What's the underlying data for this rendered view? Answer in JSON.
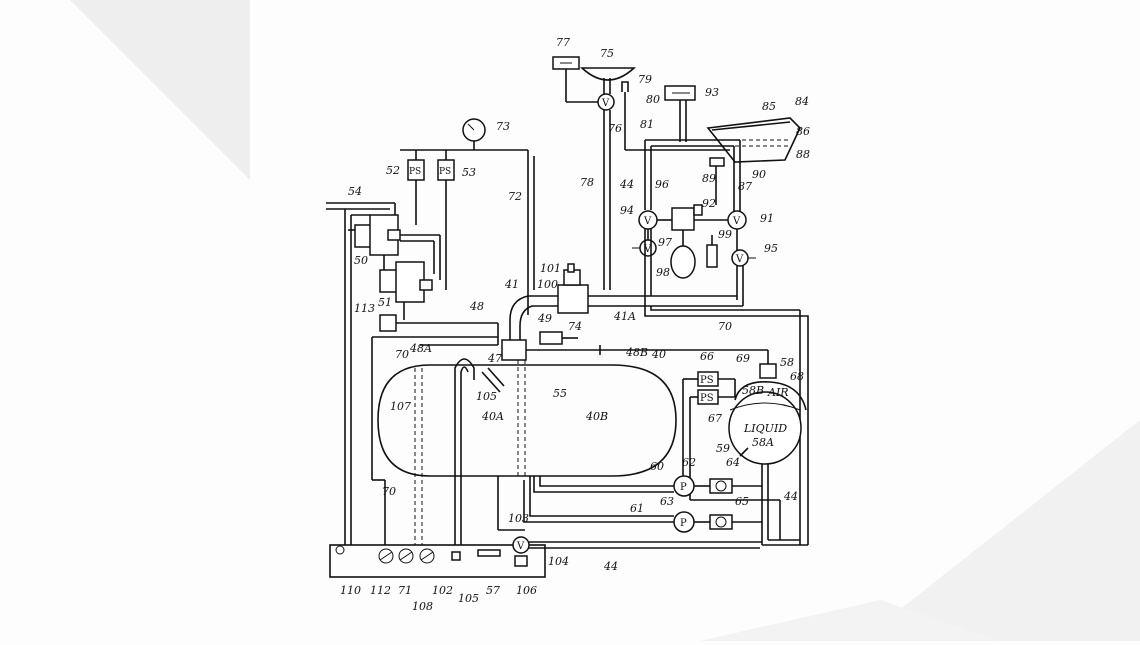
{
  "background_shade": "#ececec",
  "line_color": "#111111",
  "labels": {
    "l77": "77",
    "l75": "75",
    "l79": "79",
    "l80": "80",
    "l76": "76",
    "l81": "81",
    "l93": "93",
    "l84": "84",
    "l85": "85",
    "l86": "86",
    "l88": "88",
    "l90": "90",
    "l87": "87",
    "l89": "89",
    "l96": "96",
    "l44a": "44",
    "l78": "78",
    "l92": "92",
    "l94": "94",
    "l91": "91",
    "l97": "97",
    "l99": "99",
    "l95": "95",
    "l98": "98",
    "l73": "73",
    "l52": "52",
    "l53": "53",
    "l72": "72",
    "l54": "54",
    "l50": "50",
    "l51": "51",
    "l101": "101",
    "l100": "100",
    "l41": "41",
    "l41a": "41A",
    "l48": "48",
    "l113": "113",
    "l49": "49",
    "l74": "74",
    "l70a": "70",
    "l70b": "70",
    "l48a": "48A",
    "l47": "47",
    "l48b": "48B",
    "l40": "40",
    "l55": "55",
    "l105a": "105",
    "l107": "107",
    "l40a": "40A",
    "l40b": "40B",
    "l66": "66",
    "l69": "69",
    "l58": "58",
    "l68": "68",
    "l58b": "58B",
    "l air": "AIR",
    "l67": "67",
    "l59": "59",
    "l liquid": "LIQUID",
    "l58a": "58A",
    "l60": "60",
    "l62": "62",
    "l64": "64",
    "l61": "61",
    "l63": "63",
    "l65": "65",
    "l44b": "44",
    "l70c": "70",
    "l103": "103",
    "l104": "104",
    "l44c": "44",
    "l110": "110",
    "l112": "112",
    "l71": "71",
    "l108": "108",
    "l102": "102",
    "l105b": "105",
    "l57": "57",
    "l106": "106"
  },
  "symbols": {
    "valve": "V",
    "pressure_switch": "PS",
    "pump": "P"
  }
}
